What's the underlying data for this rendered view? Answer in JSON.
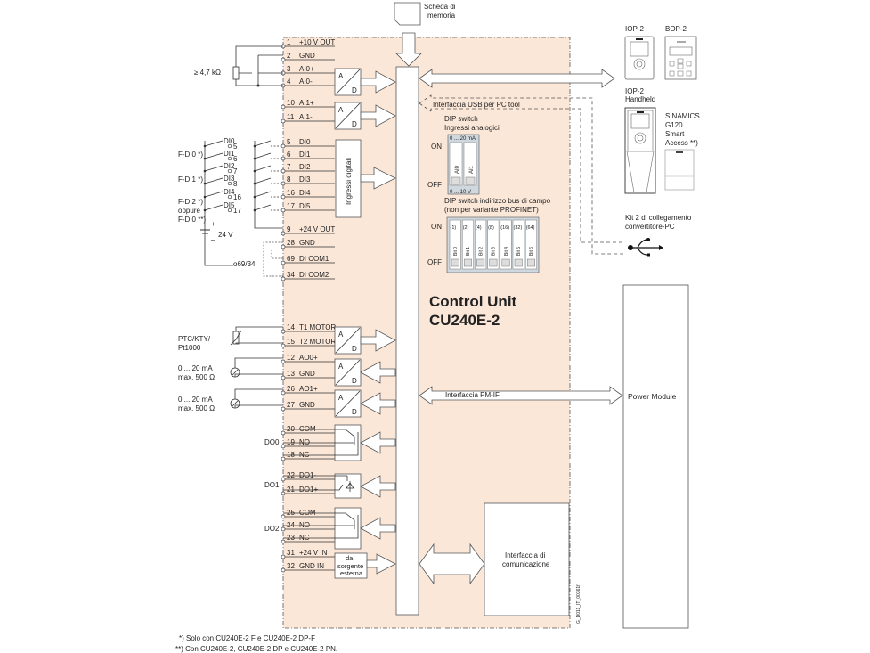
{
  "diagram": {
    "title_line1": "Control Unit",
    "title_line2": "CU240E-2",
    "background_fill": "#fbe7d8",
    "memory_card_label_1": "Scheda di",
    "memory_card_label_2": "memoria",
    "potentiometer_label": "≥ 4,7 kΩ",
    "terminals": [
      {
        "num": "1",
        "name": "+10 V OUT"
      },
      {
        "num": "2",
        "name": "GND"
      },
      {
        "num": "3",
        "name": "AI0+"
      },
      {
        "num": "4",
        "name": "AI0-"
      },
      {
        "num": "10",
        "name": "AI1+"
      },
      {
        "num": "11",
        "name": "AI1-"
      },
      {
        "num": "5",
        "name": "DI0"
      },
      {
        "num": "6",
        "name": "DI1"
      },
      {
        "num": "7",
        "name": "DI2"
      },
      {
        "num": "8",
        "name": "DI3"
      },
      {
        "num": "16",
        "name": "DI4"
      },
      {
        "num": "17",
        "name": "DI5"
      },
      {
        "num": "9",
        "name": "+24 V OUT"
      },
      {
        "num": "28",
        "name": "GND"
      },
      {
        "num": "69",
        "name": "DI COM1"
      },
      {
        "num": "34",
        "name": "DI COM2"
      },
      {
        "num": "14",
        "name": "T1 MOTOR"
      },
      {
        "num": "15",
        "name": "T2 MOTOR"
      },
      {
        "num": "12",
        "name": "AO0+"
      },
      {
        "num": "13",
        "name": "GND"
      },
      {
        "num": "26",
        "name": "AO1+"
      },
      {
        "num": "27",
        "name": "GND"
      },
      {
        "num": "20",
        "name": "COM"
      },
      {
        "num": "19",
        "name": "NO"
      },
      {
        "num": "18",
        "name": "NC"
      },
      {
        "num": "22",
        "name": "DO1-"
      },
      {
        "num": "21",
        "name": "DO1+"
      },
      {
        "num": "25",
        "name": "COM"
      },
      {
        "num": "24",
        "name": "NO"
      },
      {
        "num": "23",
        "name": "NC"
      },
      {
        "num": "31",
        "name": "+24 V IN"
      },
      {
        "num": "32",
        "name": "GND IN"
      }
    ],
    "ad_converter": {
      "a": "A",
      "d": "D"
    },
    "digital_inputs_block": "Ingressi digitali",
    "external_source_block": [
      "da",
      "sorgente",
      "esterna"
    ],
    "switches": [
      {
        "label": "DI0",
        "num": "5"
      },
      {
        "label": "DI1",
        "num": "6"
      },
      {
        "label": "DI2",
        "num": "7"
      },
      {
        "label": "DI3",
        "num": "8"
      },
      {
        "label": "DI4",
        "num": "16"
      },
      {
        "label": "DI5",
        "num": "17"
      }
    ],
    "fail_safe_groups": [
      "F-DI0 *)",
      "F-DI1 *)",
      "F-DI2 *)",
      "oppure",
      "F-DI0 **)"
    ],
    "supply_label": "24 V",
    "plus_sign": "+",
    "minus_sign": "_",
    "com_link_label": "o69/34",
    "ptc_label_1": "PTC/KTY/",
    "ptc_label_2": "Pt1000",
    "ao0_label_1": "0 ... 20 mA",
    "ao0_label_2": "max. 500 Ω",
    "ao1_label_1": "0 ... 20 mA",
    "ao1_label_2": "max. 500 Ω",
    "do_labels": [
      "DO0",
      "DO1",
      "DO2"
    ],
    "usb_interface_label": "Interfaccia USB per PC tool",
    "dip_analog_title_1": "DIP switch",
    "dip_analog_title_2": "Ingressi analogici",
    "dip_analog_top": "0 ... 20 mA",
    "dip_analog_bottom": "0 ... 10 V",
    "dip_analog_switches": [
      "AI0",
      "AI1"
    ],
    "dip_on": "ON",
    "dip_off": "OFF",
    "dip_bus_title_1": "DIP switch indirizzo bus di campo",
    "dip_bus_title_2": "(non per variante PROFINET)",
    "dip_bus_switches": [
      {
        "weight": "(1)",
        "bit": "Bit 0"
      },
      {
        "weight": "(2)",
        "bit": "Bit 1"
      },
      {
        "weight": "(4)",
        "bit": "Bit 2"
      },
      {
        "weight": "(8)",
        "bit": "Bit 3"
      },
      {
        "weight": "(16)",
        "bit": "Bit 4"
      },
      {
        "weight": "(32)",
        "bit": "Bit 5"
      },
      {
        "weight": "(64)",
        "bit": "Bit 6"
      }
    ],
    "pm_interface_label": "Interfaccia PM-IF",
    "power_module_label": "Power Module",
    "comm_interface_1": "Interfaccia di",
    "comm_interface_2": "comunicazione",
    "figure_id": "G_D011_IT_00361f",
    "devices": {
      "iop2": "IOP-2",
      "bop2": "BOP-2",
      "iop2_handheld_1": "IOP-2",
      "iop2_handheld_2": "Handheld",
      "smart_access": [
        "SINAMICS",
        "G120",
        "Smart",
        "Access **)"
      ],
      "kit_1": "Kit 2 di collegamento",
      "kit_2": "convertitore-PC"
    },
    "footnotes": [
      "*) Solo con CU240E-2 F e CU240E-2 DP-F",
      "**) Con CU240E-2, CU240E-2 DP e CU240E-2 PN."
    ]
  }
}
